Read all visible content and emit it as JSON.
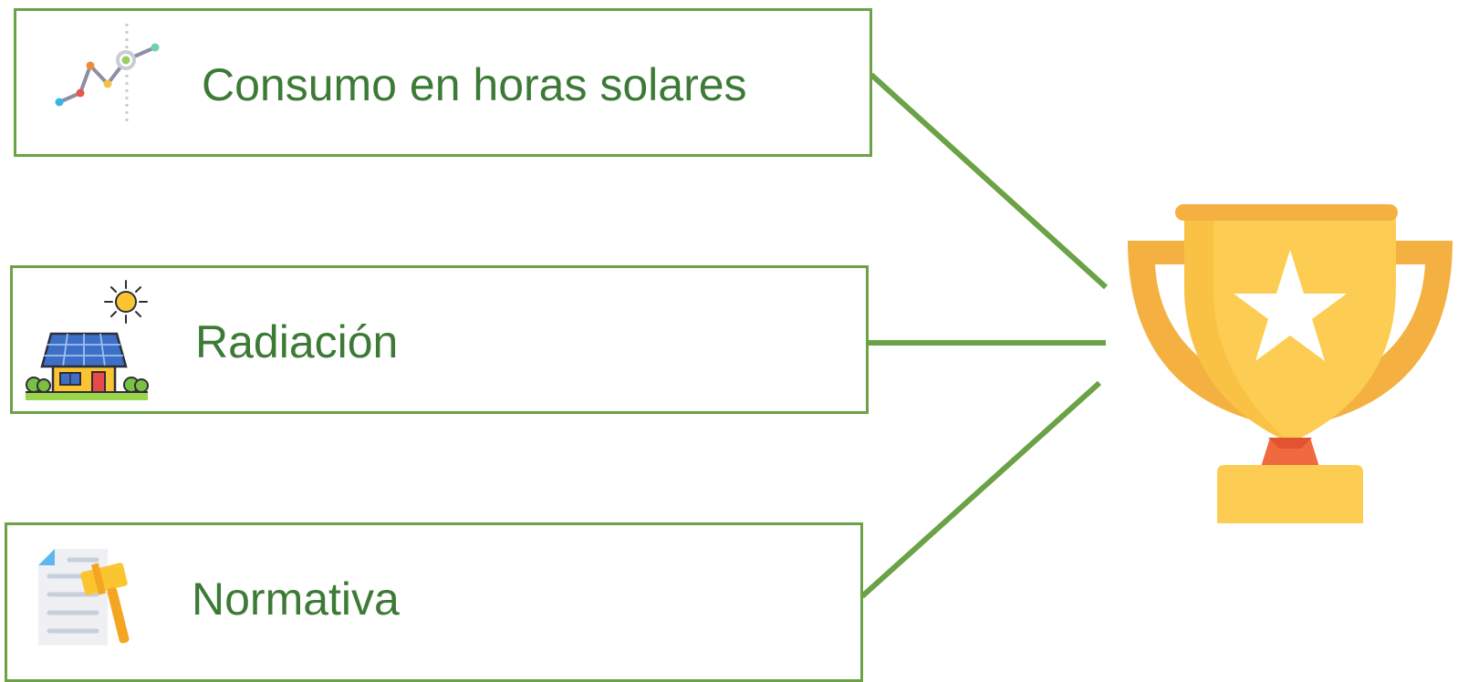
{
  "items": [
    {
      "label": "Consumo en horas solares",
      "icon": "line-chart-icon"
    },
    {
      "label": "Radiación",
      "icon": "solar-house-icon"
    },
    {
      "label": "Normativa",
      "icon": "document-gavel-icon"
    }
  ],
  "goal": {
    "icon": "trophy-icon"
  },
  "colors": {
    "border": "#6aa245",
    "text": "#3c7a36",
    "trophy_main": "#fccd52",
    "trophy_dark": "#f4b142",
    "trophy_stem": "#f06a3f"
  }
}
